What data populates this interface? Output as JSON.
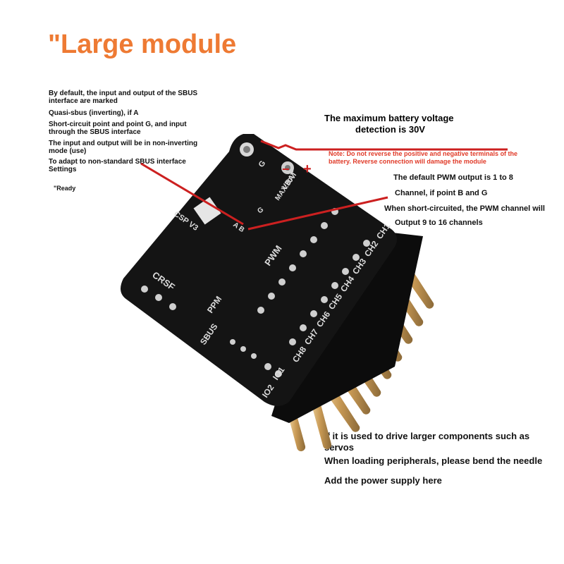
{
  "title": "\"Large module",
  "left_notes": [
    "By default, the input and output of the SBUS interface are marked",
    "Quasi-sbus (inverting), if A",
    "Short-circuit point and point G, and input through the SBUS interface",
    "The input and output will be in non-inverting mode (use)",
    "To adapt to non-standard SBUS interface Settings",
    "\"Ready"
  ],
  "battery_note": [
    "The maximum battery voltage",
    "detection is 30V"
  ],
  "warning_note": "Note: Do not reverse the positive and negative terminals of the battery. Reverse connection will damage the module",
  "pwm_notes": [
    "The default PWM output is 1 to 8",
    "Channel, if point B and G",
    "When short-circuited, the PWM channel will",
    "Output 9 to 16 channels"
  ],
  "bottom_notes": [
    "If it is used to drive larger components such as servos",
    "When loading peripherals, please bend the needle",
    "Add the power supply here"
  ],
  "board": {
    "silkscreen": {
      "vbat": "VBAT",
      "max": "MAX:30V",
      "g1": "G",
      "g2": "G",
      "csp": "CSP V3",
      "ab": "A B",
      "pwm": "PWM",
      "crsf": "CRSF",
      "ppm": "PPM",
      "sbus": "SBUS",
      "channels": [
        "CH1",
        "CH2",
        "CH3",
        "CH4",
        "CH5",
        "CH6",
        "CH7",
        "CH8"
      ],
      "io": [
        "IO1",
        "IO2"
      ]
    }
  },
  "colors": {
    "title": "#ee7a33",
    "warning": "#e03a28",
    "pcb": "#141414",
    "silk": "#dcdcdc",
    "arrow": "#cc2020",
    "pin": "#d9b070"
  }
}
